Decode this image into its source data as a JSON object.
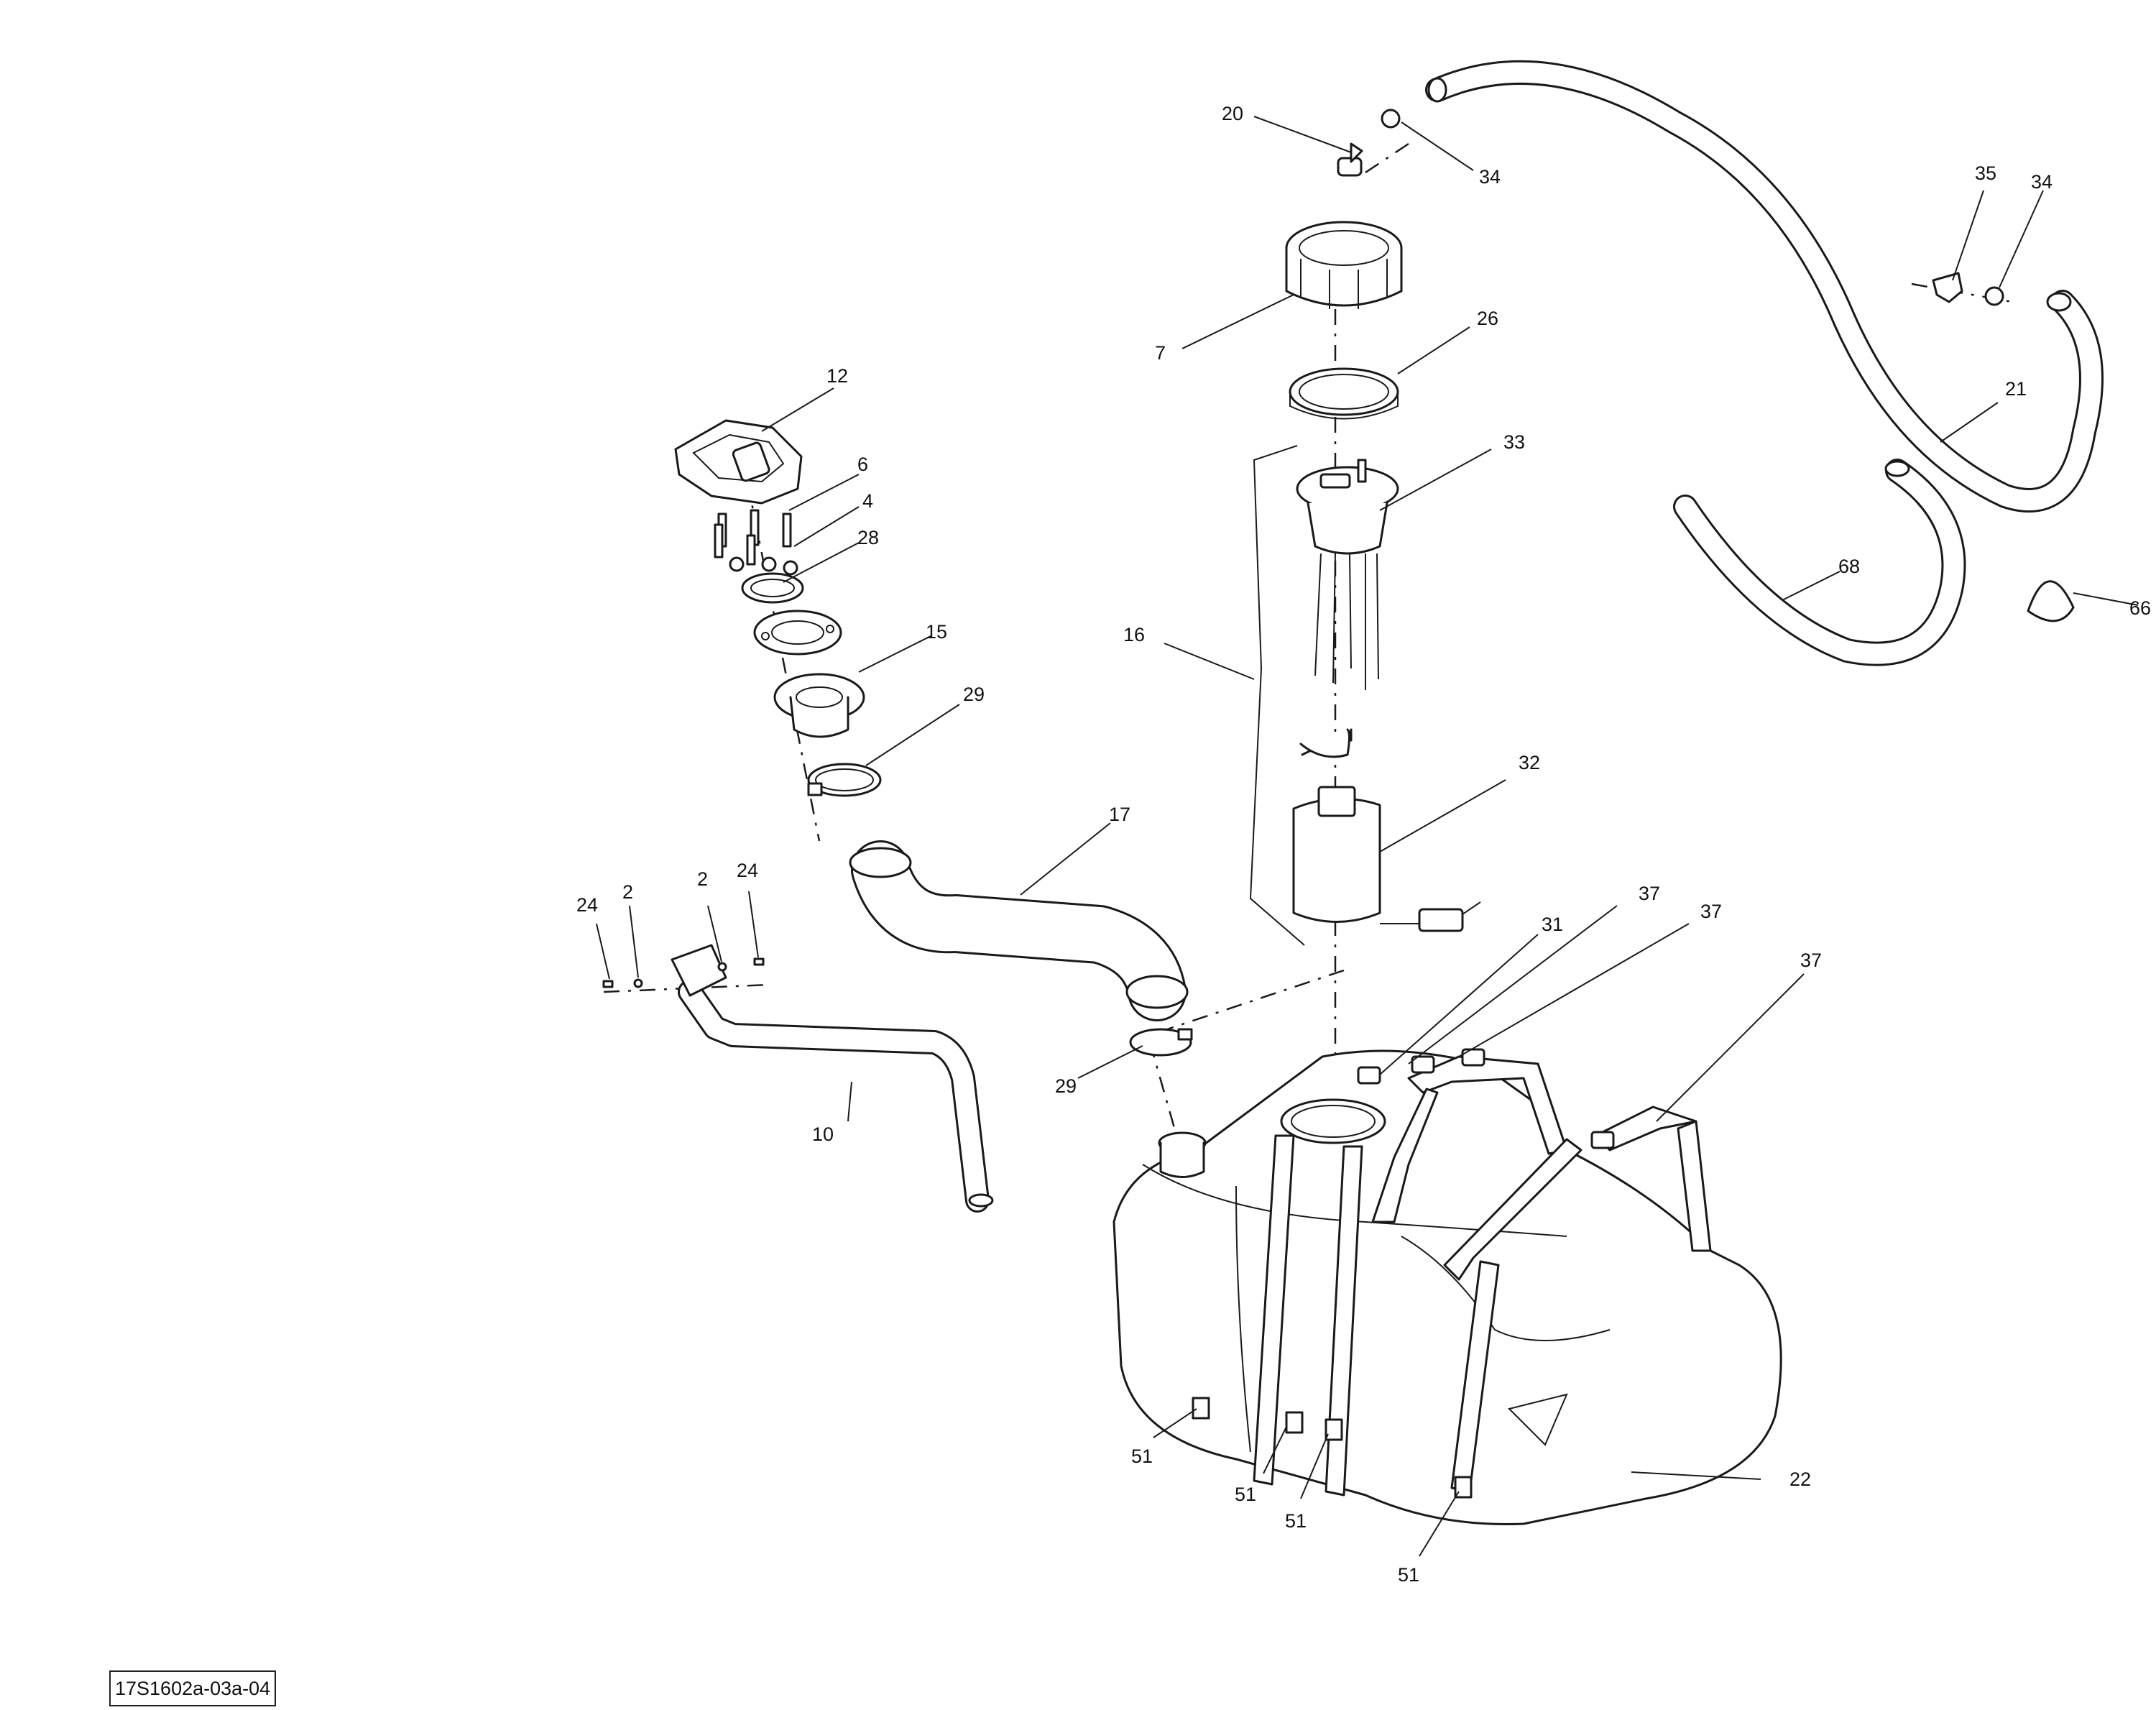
{
  "reference_code": "17S1602a-03a-04",
  "callouts": [
    {
      "id": "c20",
      "label": "20"
    },
    {
      "id": "c34a",
      "label": "34"
    },
    {
      "id": "c35",
      "label": "35"
    },
    {
      "id": "c34b",
      "label": "34"
    },
    {
      "id": "c7",
      "label": "7"
    },
    {
      "id": "c26",
      "label": "26"
    },
    {
      "id": "c21",
      "label": "21"
    },
    {
      "id": "c12",
      "label": "12"
    },
    {
      "id": "c33",
      "label": "33"
    },
    {
      "id": "c6",
      "label": "6"
    },
    {
      "id": "c4",
      "label": "4"
    },
    {
      "id": "c28",
      "label": "28"
    },
    {
      "id": "c68",
      "label": "68"
    },
    {
      "id": "c66",
      "label": "66"
    },
    {
      "id": "c16",
      "label": "16"
    },
    {
      "id": "c15",
      "label": "15"
    },
    {
      "id": "c29a",
      "label": "29"
    },
    {
      "id": "c32",
      "label": "32"
    },
    {
      "id": "c17",
      "label": "17"
    },
    {
      "id": "c24a",
      "label": "24"
    },
    {
      "id": "c2a",
      "label": "2"
    },
    {
      "id": "c2b",
      "label": "2"
    },
    {
      "id": "c24b",
      "label": "24"
    },
    {
      "id": "c37a",
      "label": "37"
    },
    {
      "id": "c37b",
      "label": "37"
    },
    {
      "id": "c31",
      "label": "31"
    },
    {
      "id": "c37c",
      "label": "37"
    },
    {
      "id": "c29b",
      "label": "29"
    },
    {
      "id": "c10",
      "label": "10"
    },
    {
      "id": "c51a",
      "label": "51"
    },
    {
      "id": "c51b",
      "label": "51"
    },
    {
      "id": "c51c",
      "label": "51"
    },
    {
      "id": "c22",
      "label": "22"
    },
    {
      "id": "c51d",
      "label": "51"
    }
  ]
}
